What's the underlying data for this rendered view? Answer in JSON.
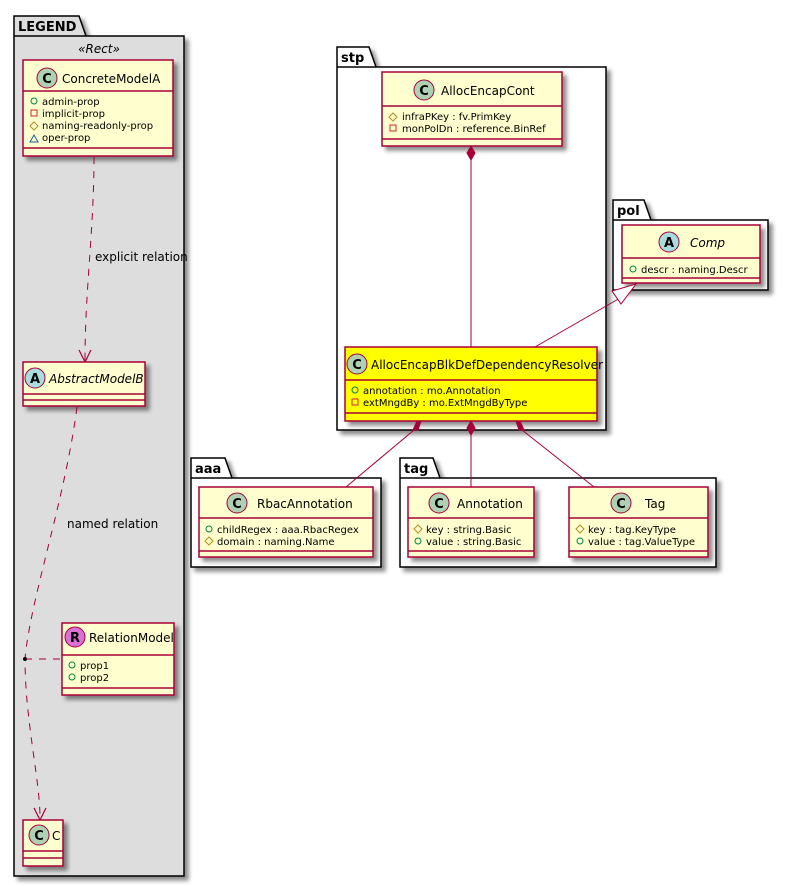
{
  "colors": {
    "class_fill": "#FEFECE",
    "class_border": "#A80036",
    "highlight_fill": "#FFFF00",
    "legend_fill": "#DDDDDD",
    "edge": "#A80036",
    "spot_class": "#ADD1B2",
    "spot_abstract": "#A9DCDF",
    "spot_relation": "#DA70D6",
    "vis_public": "#038048",
    "vis_private": "#C82930",
    "vis_protected": "#B38D22",
    "vis_package": "#1963A0"
  },
  "legend": {
    "package_name": "LEGEND",
    "stereotype": "«Rect»",
    "concrete_model": {
      "spot": "C",
      "name": "ConcreteModelA",
      "attributes": [
        {
          "visibility": "public",
          "text": "admin-prop"
        },
        {
          "visibility": "private",
          "text": "implicit-prop"
        },
        {
          "visibility": "protected",
          "text": "naming-readonly-prop"
        },
        {
          "visibility": "package",
          "text": "oper-prop"
        }
      ]
    },
    "abstract_model": {
      "spot": "A",
      "name": "AbstractModelB"
    },
    "relation_model": {
      "spot": "R",
      "name": "RelationModel",
      "attributes": [
        {
          "visibility": "public",
          "text": "prop1"
        },
        {
          "visibility": "public",
          "text": "prop2"
        }
      ]
    },
    "target_class": {
      "spot": "C",
      "name": "C"
    },
    "explicit_relation_label": "explicit relation",
    "named_relation_label": "named relation"
  },
  "packages": {
    "stp": {
      "name": "stp",
      "alloc_encap_cont": {
        "spot": "C",
        "name": "AllocEncapCont",
        "attributes": [
          {
            "visibility": "protected",
            "text": "infraPKey : fv.PrimKey"
          },
          {
            "visibility": "private",
            "text": "monPolDn : reference.BinRef"
          }
        ]
      },
      "resolver": {
        "spot": "C",
        "name": "AllocEncapBlkDefDependencyResolver",
        "attributes": [
          {
            "visibility": "public",
            "text": "annotation : mo.Annotation"
          },
          {
            "visibility": "private",
            "text": "extMngdBy : mo.ExtMngdByType"
          }
        ]
      }
    },
    "pol": {
      "name": "pol",
      "comp": {
        "spot": "A",
        "name": "Comp",
        "attributes": [
          {
            "visibility": "public",
            "text": "descr : naming.Descr"
          }
        ]
      }
    },
    "aaa": {
      "name": "aaa",
      "rbac_annotation": {
        "spot": "C",
        "name": "RbacAnnotation",
        "attributes": [
          {
            "visibility": "public",
            "text": "childRegex : aaa.RbacRegex"
          },
          {
            "visibility": "protected",
            "text": "domain : naming.Name"
          }
        ]
      }
    },
    "tag": {
      "name": "tag",
      "annotation": {
        "spot": "C",
        "name": "Annotation",
        "attributes": [
          {
            "visibility": "protected",
            "text": "key : string.Basic"
          },
          {
            "visibility": "public",
            "text": "value : string.Basic"
          }
        ]
      },
      "tag_class": {
        "spot": "C",
        "name": "Tag",
        "attributes": [
          {
            "visibility": "protected",
            "text": "key : tag.KeyType"
          },
          {
            "visibility": "public",
            "text": "value : tag.ValueType"
          }
        ]
      }
    }
  },
  "relations": [
    {
      "from": "AllocEncapCont",
      "to": "AllocEncapBlkDefDependencyResolver",
      "type": "composition"
    },
    {
      "from": "AllocEncapBlkDefDependencyResolver",
      "to": "Comp",
      "type": "inheritance"
    },
    {
      "from": "AllocEncapBlkDefDependencyResolver",
      "to": "RbacAnnotation",
      "type": "composition"
    },
    {
      "from": "AllocEncapBlkDefDependencyResolver",
      "to": "Annotation",
      "type": "composition"
    },
    {
      "from": "AllocEncapBlkDefDependencyResolver",
      "to": "Tag",
      "type": "composition"
    }
  ]
}
